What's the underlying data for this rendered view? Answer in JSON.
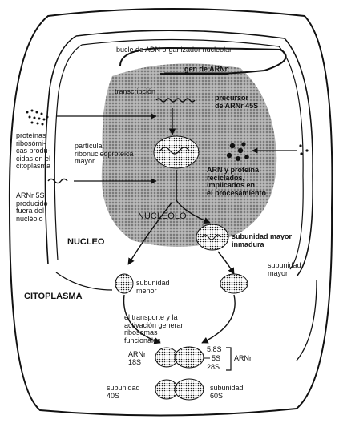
{
  "labels": {
    "bucle": "bucle de ADN organizador nucleolar",
    "gen": "gen de ARNr",
    "transcripcion": "transcripción",
    "precursor": "precursor\nde ARNr 45S",
    "proteinas": "proteínas\nribosómi-\ncas produ-\ncidas en el\ncitoplasma",
    "particula": "partícula\nribonucleoproteica\nmayor",
    "reciclados": "ARN y proteína\nreciclados,\nimplicados en\nel procesamiento",
    "arnr5s": "ARNr 5S\nproducido\nfuera del\nnucléolo",
    "nucleolo": "NUCLEOLO",
    "nucleo": "NUCLEO",
    "inmadura": "subunidad mayor\ninmadura",
    "subunidad_mayor": "subunidad\nmayor",
    "subunidad_menor": "subunidad\nmenor",
    "citoplasma": "CITOPLASMA",
    "transporte": "el transporte y la\nactivación generan\nribosomas\nfuncionales",
    "arnr18s": "ARNr\n18S",
    "s58": "5.8S",
    "s5": "5S",
    "s28": "28S",
    "arnr": "ARNr",
    "sub40": "subunidad\n40S",
    "sub60": "subunidad\n60S"
  },
  "colors": {
    "ink": "#111111",
    "paper": "#ffffff",
    "nucleolus_shade": "#8a8a8a"
  }
}
